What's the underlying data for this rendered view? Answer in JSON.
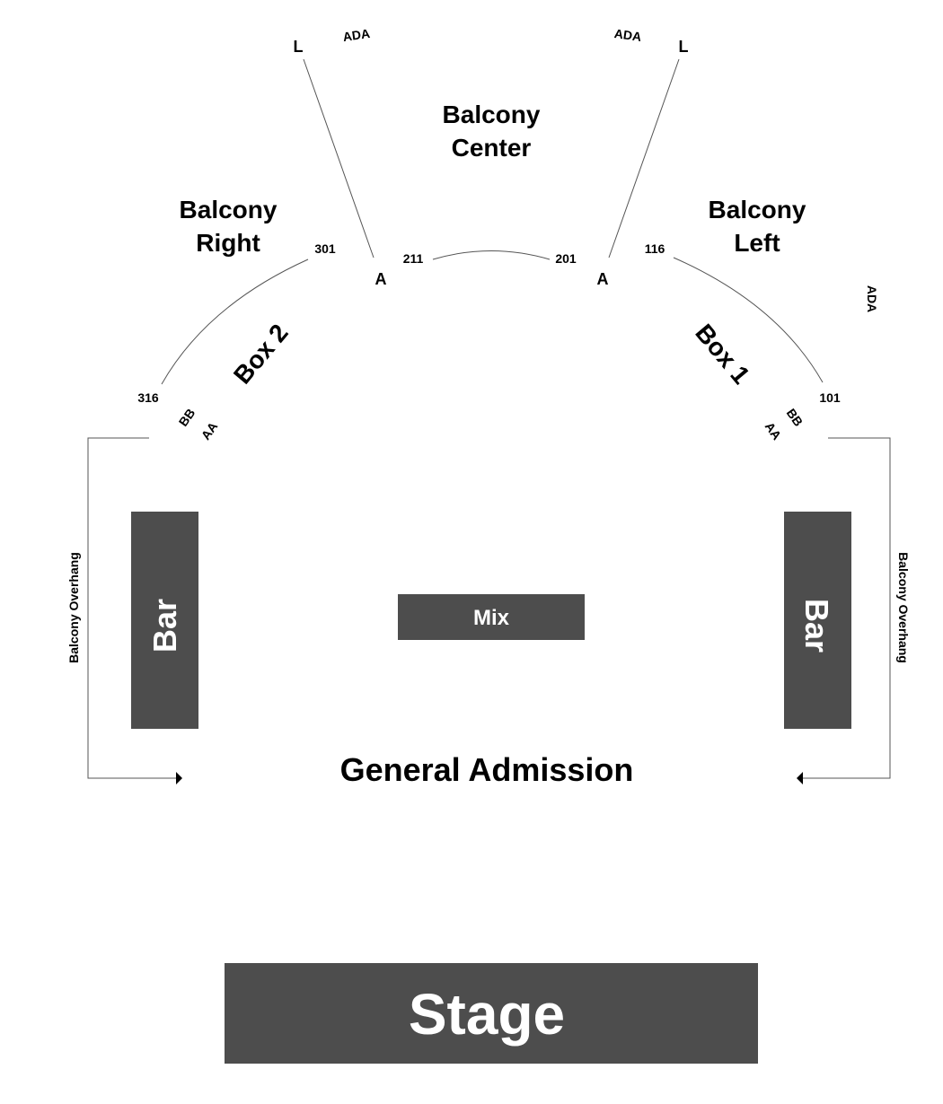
{
  "sections": {
    "balcony_center": [
      "Balcony",
      "Center"
    ],
    "balcony_right": [
      "Balcony",
      "Right"
    ],
    "balcony_left": [
      "Balcony",
      "Left"
    ],
    "box_2": "Box 2",
    "box_1": "Box 1",
    "general_admission": "General Admission",
    "stage": "Stage",
    "mix": "Mix",
    "bar_left": "Bar",
    "bar_right": "Bar"
  },
  "rows": {
    "top_left_l": "L",
    "top_right_l": "L",
    "center_left_a": "A",
    "center_right_a": "A",
    "box2_bb": "BB",
    "box2_aa": "AA",
    "box1_bb": "BB",
    "box1_aa": "AA"
  },
  "seats": {
    "s301": "301",
    "s316": "316",
    "s211": "211",
    "s201": "201",
    "s116": "116",
    "s101": "101"
  },
  "accessibility": {
    "ada_top_left": "ADA",
    "ada_top_right": "ADA",
    "ada_right": "ADA"
  },
  "overhang": {
    "left": "Balcony Overhang",
    "right": "Balcony Overhang"
  },
  "colors": {
    "block": "#4d4d4d",
    "line": "#555555",
    "text": "#000000",
    "block_text": "#ffffff"
  }
}
